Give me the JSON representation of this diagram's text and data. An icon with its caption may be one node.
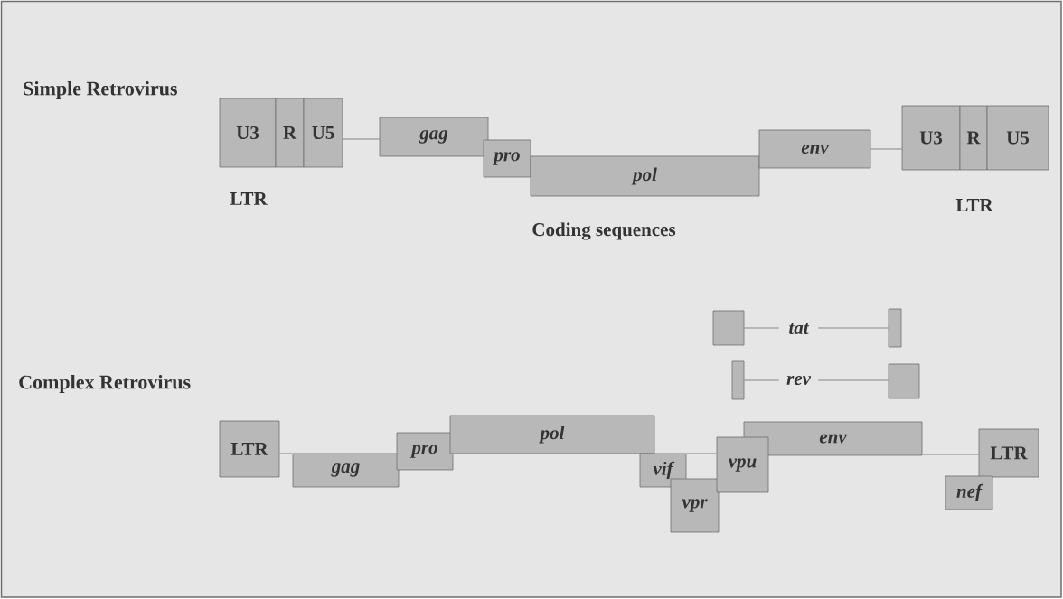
{
  "diagram": {
    "nodes": [
      {
        "text": [
          "U3"
        ]
      },
      {
        "text": [
          "R"
        ]
      },
      {
        "text": [
          "U5"
        ]
      },
      {
        "text": [
          "gag"
        ]
      },
      {
        "text": [
          "pro"
        ]
      },
      {
        "text": [
          "pol"
        ]
      },
      {
        "text": [
          "env"
        ]
      },
      {
        "text": [
          "U3"
        ]
      },
      {
        "text": [
          "R"
        ]
      },
      {
        "text": [
          "U5"
        ]
      },
      {
        "text": [],
        "shape": "box"
      },
      {
        "text": [
          "tat"
        ]
      },
      {
        "text": [],
        "shape": "box"
      },
      {
        "text": [],
        "shape": "box"
      },
      {
        "text": [
          "rev"
        ]
      },
      {
        "text": [],
        "shape": "box"
      },
      {
        "text": [
          "LTR"
        ]
      },
      {
        "text": [
          "gag"
        ]
      },
      {
        "text": [
          "pro"
        ]
      },
      {
        "text": [
          "pol"
        ]
      },
      {
        "text": [
          "vif"
        ]
      },
      {
        "text": [
          "vpr"
        ]
      },
      {
        "text": [
          "vpu"
        ]
      },
      {
        "text": [
          "env"
        ]
      },
      {
        "text": [
          "LTR"
        ]
      },
      {
        "text": [
          "nef"
        ]
      }
    ],
    "edges": [
      {
        "from": 2,
        "to": 3,
        "arrow": "none"
      },
      {
        "from": 6,
        "to": 7,
        "arrow": "none"
      },
      {
        "from": 10,
        "to": 11,
        "arrow": "none"
      },
      {
        "from": 11,
        "to": 12,
        "arrow": "none"
      },
      {
        "from": 13,
        "to": 14,
        "arrow": "none"
      },
      {
        "from": 14,
        "to": 15,
        "arrow": "none"
      },
      {
        "from": 16,
        "to": 17,
        "arrow": "none"
      },
      {
        "from": 20,
        "to": 22,
        "arrow": "none"
      },
      {
        "from": 23,
        "to": 24,
        "arrow": "none"
      }
    ],
    "labels": [
      "Simple Retrovirus",
      "LTR",
      "LTR",
      "Coding sequences",
      "Complex Retrovirus"
    ]
  }
}
